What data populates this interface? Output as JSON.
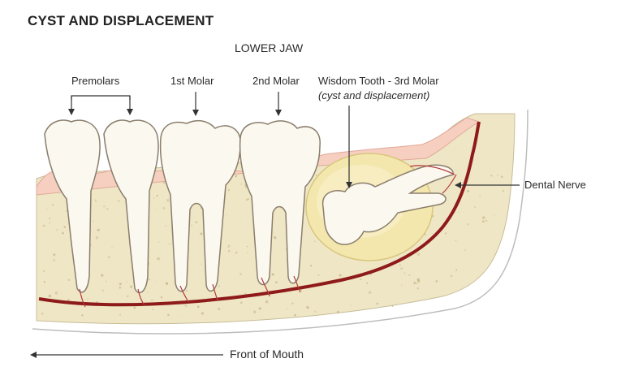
{
  "title": "CYST AND DISPLACEMENT",
  "subtitle": "LOWER JAW",
  "labels": {
    "premolars": "Premolars",
    "first_molar": "1st Molar",
    "second_molar": "2nd Molar",
    "wisdom_tooth": "Wisdom Tooth - 3rd Molar",
    "wisdom_note": "(cyst and displacement)",
    "dental_nerve": "Dental Nerve",
    "front_of_mouth": "Front of Mouth"
  },
  "colors": {
    "bone": "#efe6c6",
    "bone_speckle": "#c9b98a",
    "gum": "#f6cfc0",
    "tooth": "#fbf8f0",
    "tooth_outline": "#8a7e6c",
    "cyst": "#f3e7ad",
    "nerve": "#8e1a1a",
    "jaw_outline": "#a0a0a0"
  }
}
